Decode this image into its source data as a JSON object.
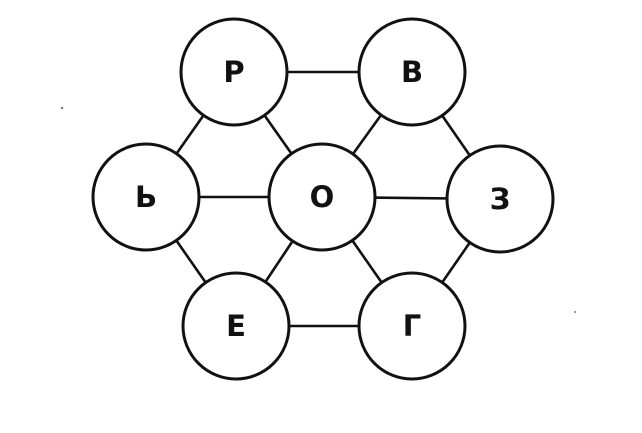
{
  "diagram": {
    "nodes": [
      {
        "id": "top-left",
        "label": "Р"
      },
      {
        "id": "top-right",
        "label": "В"
      },
      {
        "id": "left",
        "label": "Ь"
      },
      {
        "id": "center",
        "label": "О"
      },
      {
        "id": "right",
        "label": "З"
      },
      {
        "id": "bottom-left",
        "label": "Е"
      },
      {
        "id": "bottom-right",
        "label": "Г"
      }
    ],
    "edges": [
      [
        "top-left",
        "top-right"
      ],
      [
        "top-left",
        "left"
      ],
      [
        "top-left",
        "center"
      ],
      [
        "top-right",
        "center"
      ],
      [
        "top-right",
        "right"
      ],
      [
        "left",
        "center"
      ],
      [
        "center",
        "right"
      ],
      [
        "left",
        "bottom-left"
      ],
      [
        "center",
        "bottom-left"
      ],
      [
        "center",
        "bottom-right"
      ],
      [
        "right",
        "bottom-right"
      ],
      [
        "bottom-left",
        "bottom-right"
      ]
    ]
  }
}
